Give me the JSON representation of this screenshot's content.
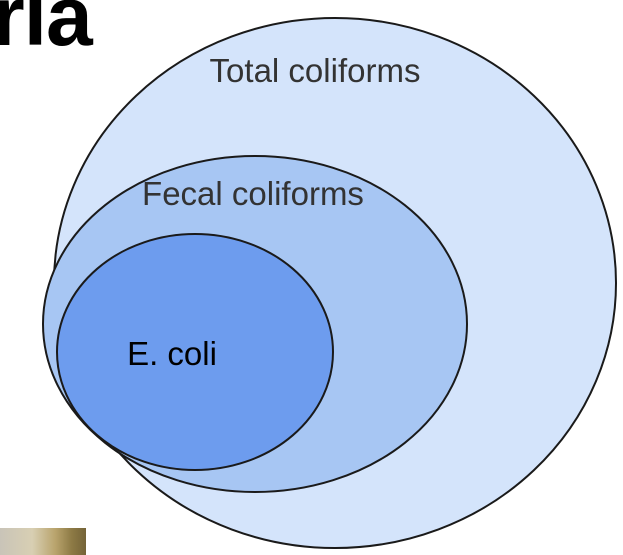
{
  "heading_fragment": "ria",
  "diagram": {
    "sets": [
      {
        "key": "total",
        "label": "Total coliforms",
        "italic": false,
        "fill": "#d4e4fb"
      },
      {
        "key": "fecal",
        "label": "Fecal coliforms",
        "italic": false,
        "fill": "#a7c6f3"
      },
      {
        "key": "ecoli",
        "label": "E. coli",
        "italic": true,
        "fill": "#6d9cee"
      }
    ],
    "outline_color": "#1a1a1a",
    "text_color": "#333333"
  }
}
